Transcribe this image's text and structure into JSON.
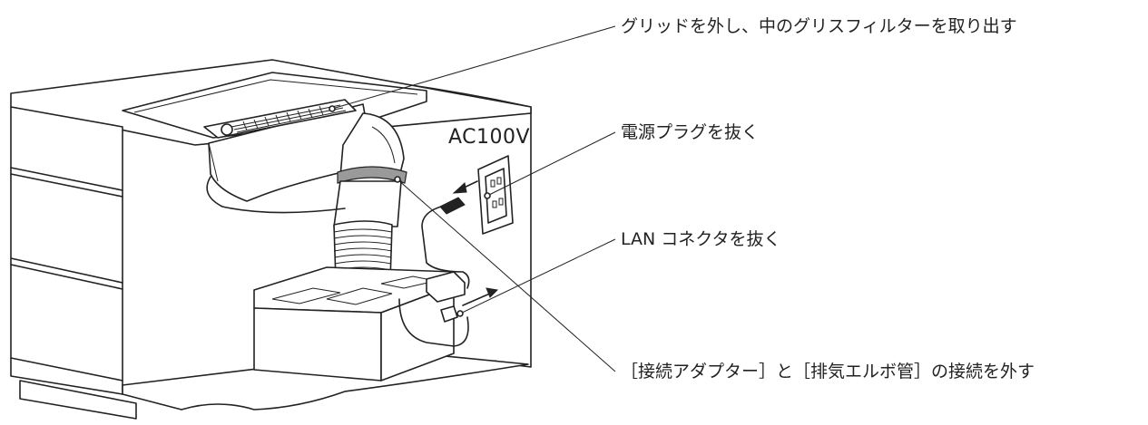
{
  "callouts": {
    "grid": "グリッドを外し、中のグリスフィルターを取り出す",
    "power": "電源プラグを抜く",
    "lan": "LAN コネクタを抜く",
    "adapter": "［接続アダプター］と［排気エルボ管］の接続を外す"
  },
  "outlet_label": "AC100V",
  "colors": {
    "line": "#222222",
    "accent_gray": "#9a9a9a",
    "background": "#ffffff"
  }
}
